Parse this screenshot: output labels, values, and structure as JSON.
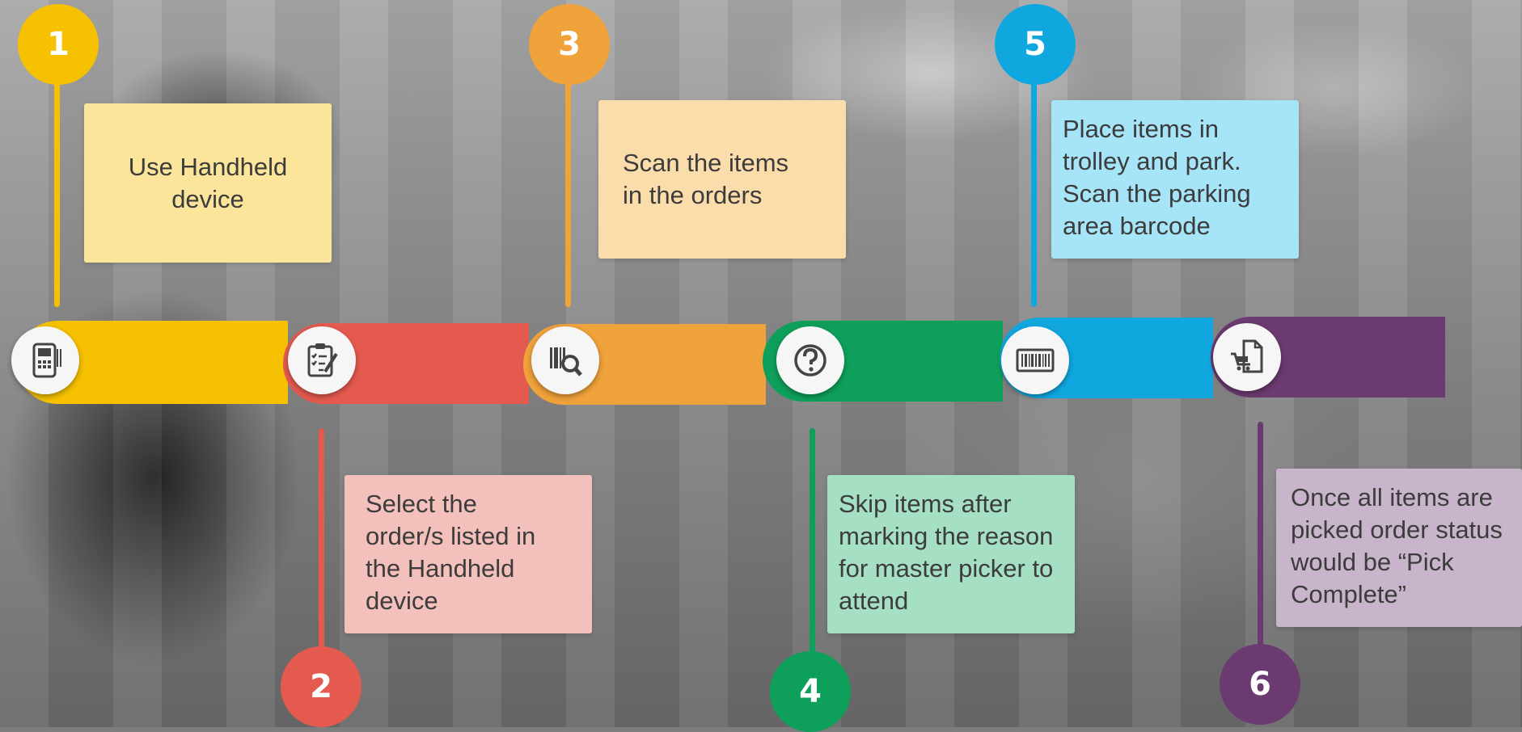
{
  "steps": [
    {
      "number": "1",
      "text": "Use Handheld device",
      "color": "#f6c100",
      "card_color": "#fbe59a",
      "icon": "handheld-scanner-icon"
    },
    {
      "number": "2",
      "text": "Select the order/s listed in the Handheld device",
      "color": "#e55a4f",
      "card_color": "#f4c0bc",
      "icon": "clipboard-checklist-icon"
    },
    {
      "number": "3",
      "text": "Scan the items in the orders",
      "color": "#f0a23b",
      "card_color": "#fbdcab",
      "icon": "barcode-search-icon"
    },
    {
      "number": "4",
      "text": "Skip items after marking the reason for master picker to attend",
      "color": "#0ea05a",
      "card_color": "#a6e0c4",
      "icon": "question-mark-icon"
    },
    {
      "number": "5",
      "text": "Place items in trolley and park. Scan the parking area barcode",
      "color": "#10a7df",
      "card_color": "#a6e4f8",
      "icon": "barcode-icon"
    },
    {
      "number": "6",
      "text": "Once all items are picked order status would be “Pick Complete”",
      "color": "#6b3a70",
      "card_color": "#c9b5cb",
      "icon": "trolley-document-icon"
    }
  ]
}
